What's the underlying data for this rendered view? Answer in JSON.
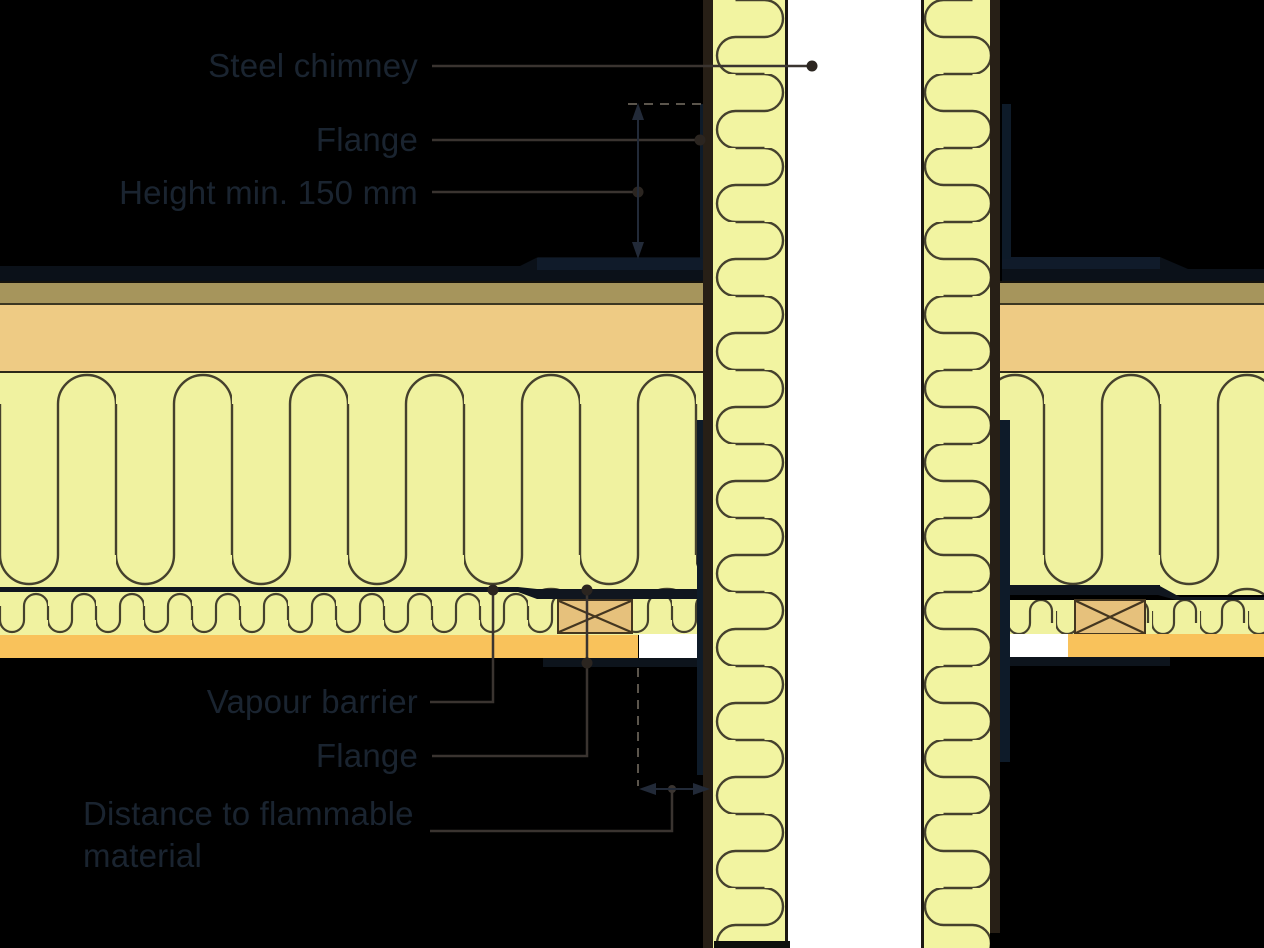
{
  "diagram": {
    "kind": "construction-detail",
    "subject": "steel chimney penetration through insulated roof"
  },
  "labels": {
    "steel_chimney": "Steel chimney",
    "flange_top": "Flange",
    "height_min": "Height min. 150 mm",
    "vapour_barrier": "Vapour barrier",
    "flange_bottom": "Flange",
    "distance_line1": "Distance to flammable",
    "distance_line2": "material"
  },
  "dimensions": {
    "flange_height_note": "Height min. 150 mm",
    "distance_note": "Distance to flammable material"
  },
  "colors": {
    "background": "#000000",
    "label_text": "#1a2430",
    "leader_line": "#3a3430",
    "anchor_dot": "#2b2520",
    "dimension_line": "#222a38",
    "dashed_line": "#5b554c",
    "roof_sheet": "#0b1119",
    "flange_steel": "#0e1b29",
    "boarding_khaki": "#a6955c",
    "deck_tan": "#eecb84",
    "insulation_yellow": "#f0f2a0",
    "insulation_stroke": "#45412d",
    "chimney_wall": "#271f16",
    "ceiling_orange": "#f9c25b",
    "timber_fill": "#e6c17c",
    "timber_stroke": "#443620",
    "flue_gap": "#ffffff"
  }
}
